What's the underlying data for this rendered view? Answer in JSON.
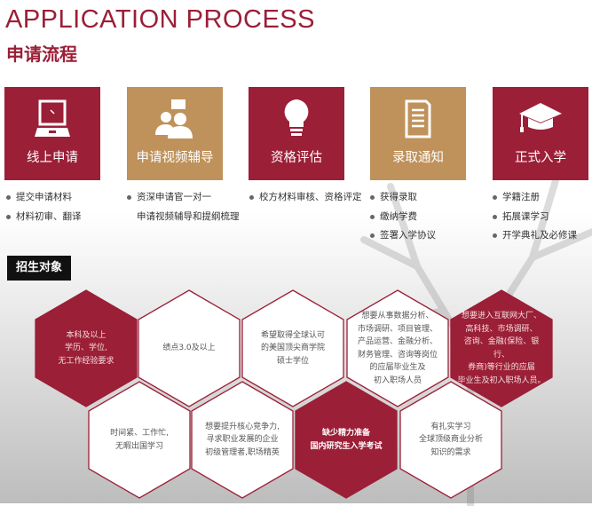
{
  "header": {
    "title_en": "APPLICATION PROCESS",
    "title_cn": "申请流程"
  },
  "colors": {
    "red": "#9b1f37",
    "gold": "#bf925b"
  },
  "steps": [
    {
      "label": "线上申请",
      "icon": "laptop-icon",
      "items": [
        "提交申请材料",
        "材料初审、翻译"
      ]
    },
    {
      "label": "申请视频辅导",
      "icon": "consultation-icon",
      "items": [
        "资深申请官一对一",
        "申请视频辅导和提纲梳理"
      ]
    },
    {
      "label": "资格评估",
      "icon": "lightbulb-icon",
      "items": [
        "校方材料审核、资格评定"
      ]
    },
    {
      "label": "录取通知",
      "icon": "document-icon",
      "items": [
        "获得录取",
        "缴纳学费",
        "签署入学协议"
      ]
    },
    {
      "label": "正式入学",
      "icon": "graduation-cap-icon",
      "items": [
        "学籍注册",
        "拓展课学习",
        "开学典礼及必修课"
      ]
    }
  ],
  "target": {
    "label": "招生对象",
    "hexes": [
      "本科及以上\n学历、学位,\n无工作经验要求",
      "绩点3.0及以上",
      "希望取得全球认可\n的美国顶尖商学院\n硕士学位",
      "想要从事数据分析、\n市场调研、项目管理、\n产品运营、金融分析、\n财务管理、咨询等岗位\n的应届毕业生及\n初入职场人员",
      "想要进入互联网大厂、\n高科技、市场调研、\n咨询、金融(保险、银行、\n券商)等行业的应届\n毕业生及初入职场人员。",
      "时间紧、工作忙,\n无暇出国学习",
      "想要提升核心竞争力,\n寻求职业发展的企业\n初级管理者,职场精英",
      "缺少精力准备\n国内研究生入学考试",
      "有扎实学习\n全球顶级商业分析\n知识的需求"
    ]
  }
}
